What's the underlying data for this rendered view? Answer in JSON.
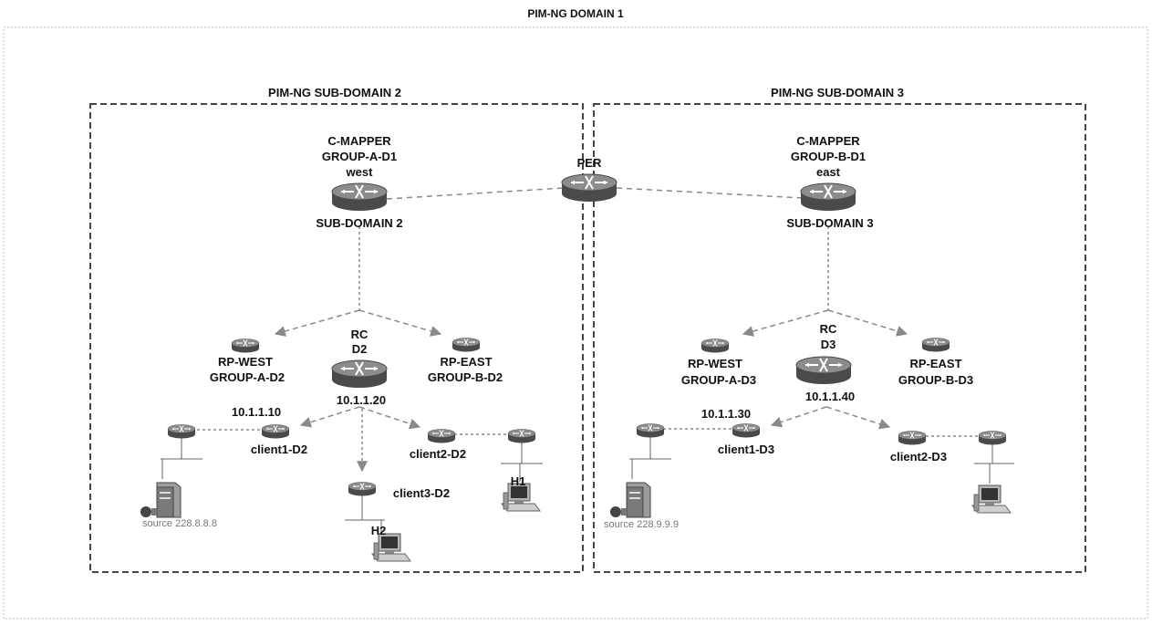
{
  "title": "PIM-NG DOMAIN 1",
  "subdomains": {
    "d2": "PIM-NG SUB-DOMAIN 2",
    "d3": "PIM-NG SUB-DOMAIN 3"
  },
  "labels": {
    "per": "PER",
    "cmapper2_l1": "C-MAPPER",
    "cmapper2_l2": "GROUP-A-D1",
    "cmapper2_l3": "west",
    "cmapper2_sub": "SUB-DOMAIN 2",
    "cmapper3_l1": "C-MAPPER",
    "cmapper3_l2": "GROUP-B-D1",
    "cmapper3_l3": "east",
    "cmapper3_sub": "SUB-DOMAIN 3",
    "rc2_l1": "RC",
    "rc2_l2": "D2",
    "rc2_ip": "10.1.1.20",
    "rc3_l1": "RC",
    "rc3_l2": "D3",
    "rc3_ip": "10.1.1.40",
    "rpwest2_l1": "RP-WEST",
    "rpwest2_l2": "GROUP-A-D2",
    "rpeast2_l1": "RP-EAST",
    "rpeast2_l2": "GROUP-B-D2",
    "rpwest3_l1": "RP-WEST",
    "rpwest3_l2": "GROUP-A-D3",
    "rpeast3_l1": "RP-EAST",
    "rpeast3_l2": "GROUP-B-D3",
    "client1d2_ip": "10.1.1.10",
    "client1d2": "client1-D2",
    "client2d2": "client2-D2",
    "client3d2": "client3-D2",
    "client1d3_ip": "10.1.1.30",
    "client1d3": "client1-D3",
    "client2d3": "client2-D3",
    "h1": "H1",
    "h2": "H2",
    "source2": "source 228.8.8.8",
    "source3": "source 228.9.9.9"
  },
  "icons": {
    "router": "router-icon",
    "workstation": "workstation-icon",
    "server": "server-icon"
  },
  "colors": {
    "router_dark": "#3a3a3a",
    "router_light": "#8a8a8a",
    "link": "#888888",
    "border": "#444444"
  }
}
